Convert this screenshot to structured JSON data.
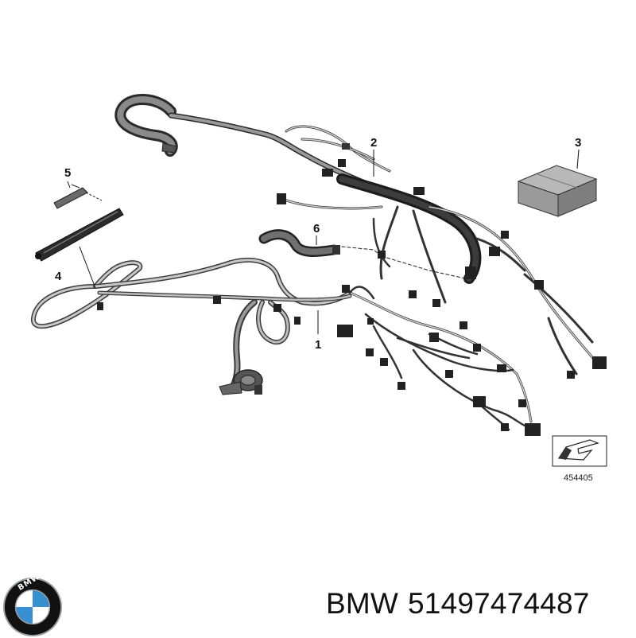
{
  "diagram": {
    "callouts": [
      "1",
      "2",
      "3",
      "4",
      "5",
      "6"
    ],
    "reference_number": "454405"
  },
  "caption": {
    "brand": "BMW",
    "part_number": "51497474487"
  },
  "logo": {
    "letters": "BMW",
    "colors": {
      "blue": "#3a8fd0",
      "white": "#ffffff",
      "ring": "#111111",
      "chrome": "#9aa0a6"
    }
  }
}
